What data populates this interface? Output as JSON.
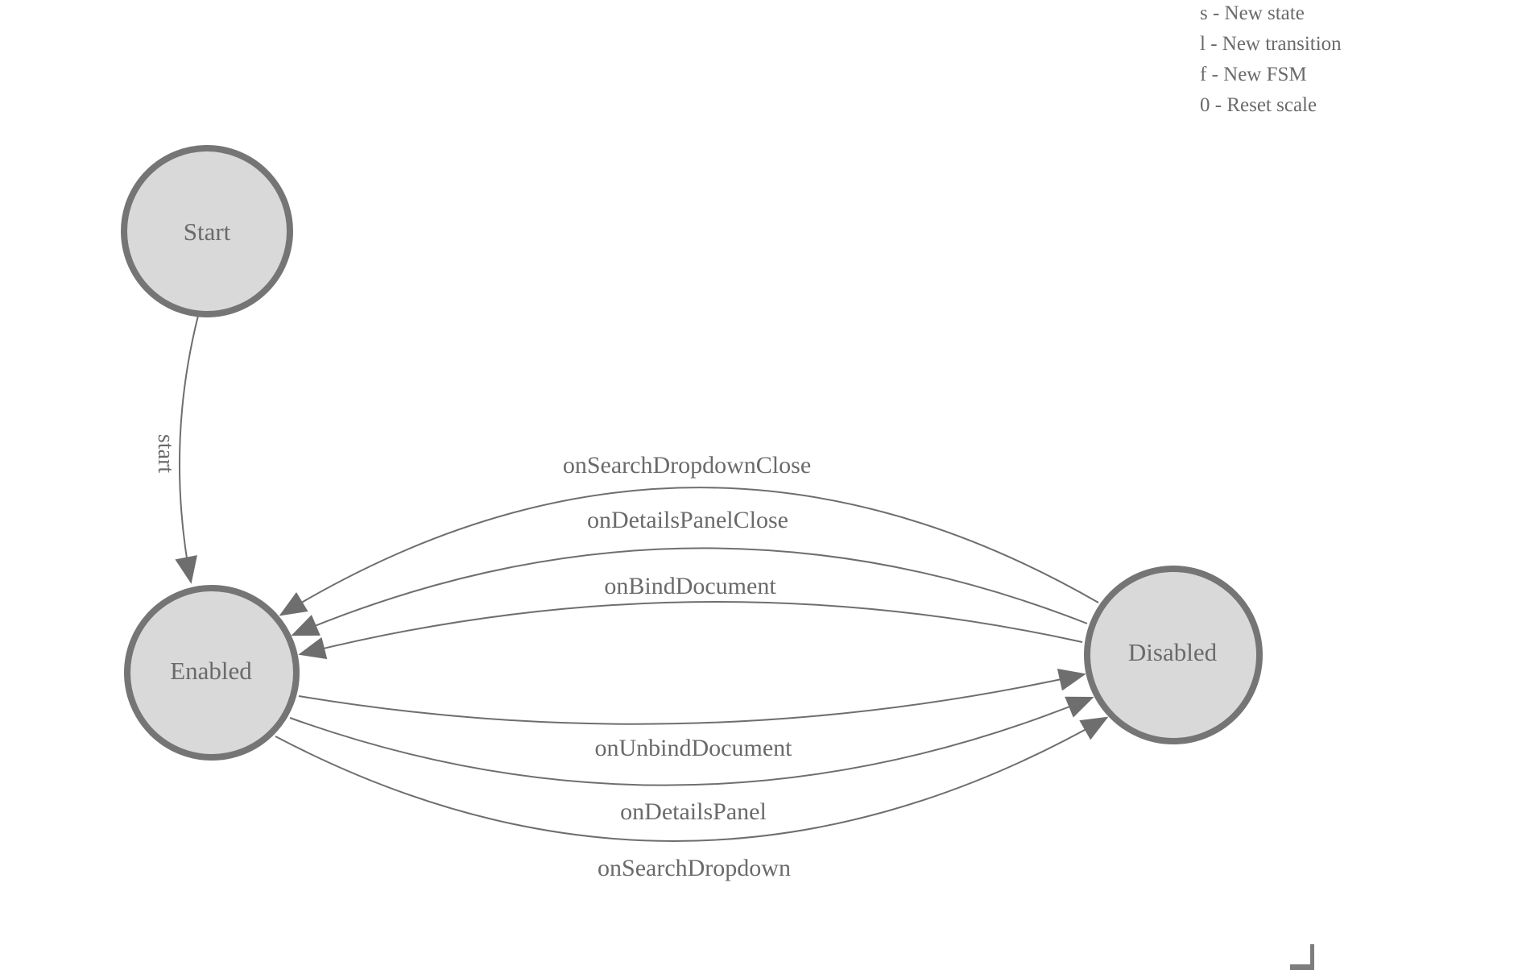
{
  "legend": {
    "lines": [
      "s - New state",
      "l - New transition",
      "f - New FSM",
      "0 - Reset scale"
    ]
  },
  "nodes": [
    {
      "id": "start",
      "label": "Start"
    },
    {
      "id": "enabled",
      "label": "Enabled"
    },
    {
      "id": "disabled",
      "label": "Disabled"
    }
  ],
  "edges": {
    "start_edge": {
      "label": "start",
      "from": "Start",
      "to": "Enabled"
    },
    "disabled_to_enabled": [
      {
        "label": "onSearchDropdownClose"
      },
      {
        "label": "onDetailsPanelClose"
      },
      {
        "label": "onBindDocument"
      }
    ],
    "enabled_to_disabled": [
      {
        "label": "onUnbindDocument"
      },
      {
        "label": "onDetailsPanel"
      },
      {
        "label": "onSearchDropdown"
      }
    ]
  },
  "colors": {
    "node_fill": "#d9d9d9",
    "node_stroke": "#757575",
    "edge_stroke": "#6e6e6e",
    "label_text": "#6a6a6a"
  }
}
